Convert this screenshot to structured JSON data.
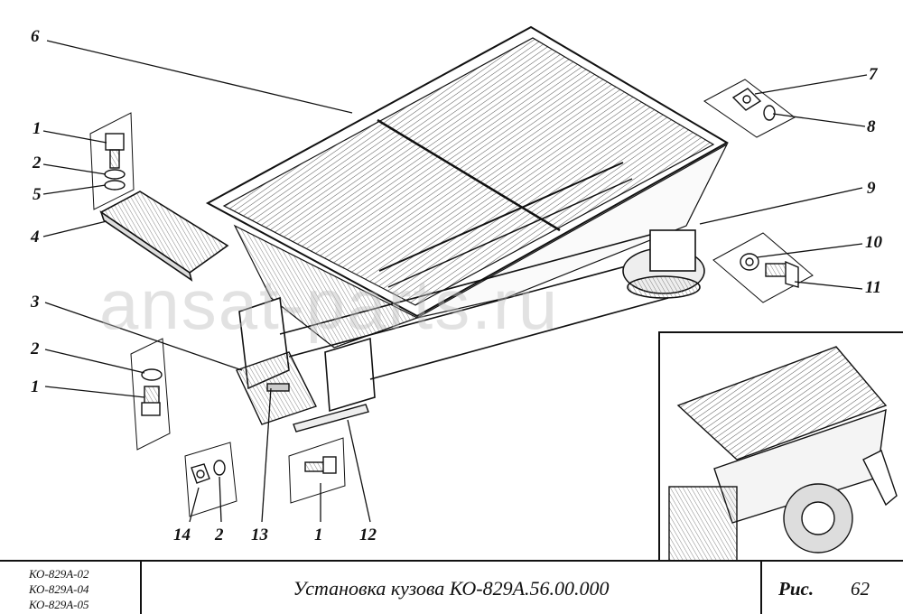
{
  "callouts": {
    "c1a": "1",
    "c2a": "2",
    "c5": "5",
    "c4": "4",
    "c3": "3",
    "c2b": "2",
    "c1b": "1",
    "c6": "6",
    "c7": "7",
    "c8": "8",
    "c9": "9",
    "c10": "10",
    "c11": "11",
    "c14": "14",
    "c2c": "2",
    "c13": "13",
    "c1c": "1",
    "c12": "12"
  },
  "watermark": "ansat-parts.ru",
  "title_block": {
    "models": [
      "КО-829А-02",
      "КО-829А-04",
      "КО-829А-05"
    ],
    "title": "Установка кузова КО-829А.56.00.000",
    "figure_label": "Рис.",
    "figure_number": "62"
  }
}
